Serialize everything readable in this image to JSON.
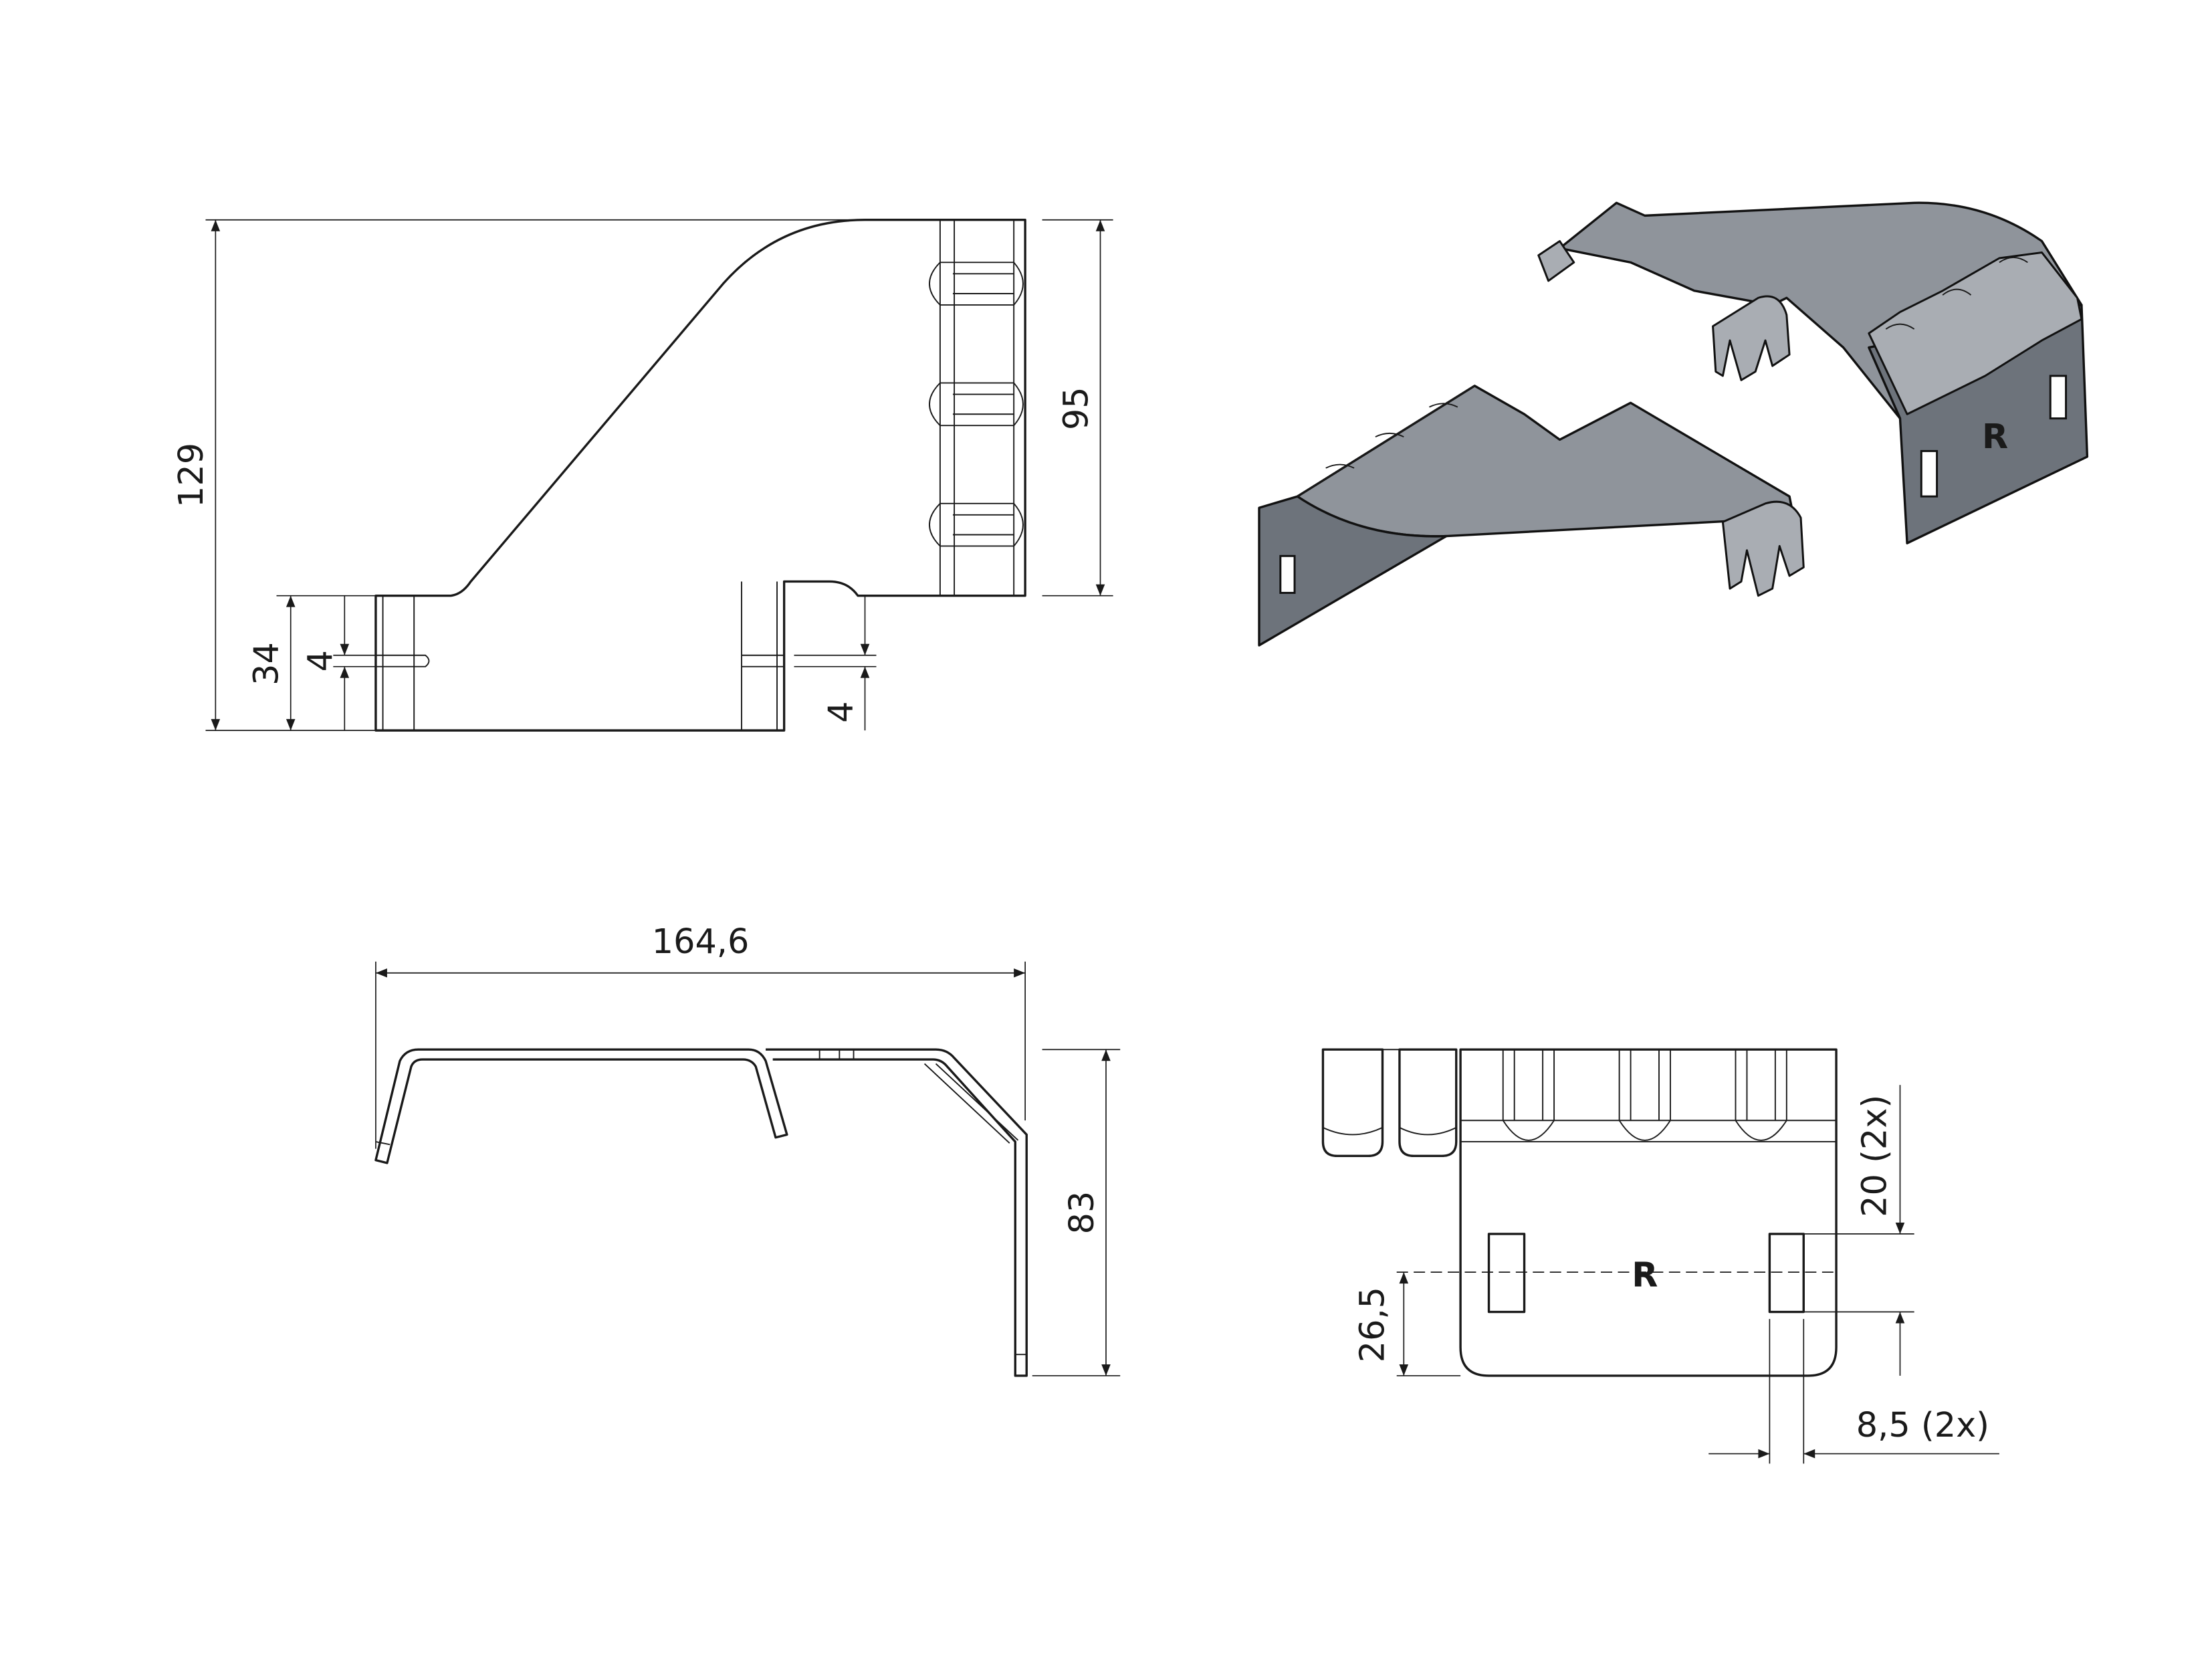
{
  "front_view": {
    "dim_total_height": "129",
    "dim_flange_height": "95",
    "dim_tab_height": "34",
    "dim_slot_left": "4",
    "dim_slot_right": "4"
  },
  "side_view": {
    "dim_width": "164,6",
    "dim_height": "83"
  },
  "bottom_view": {
    "dim_slot_spacing": "20 (2x)",
    "dim_slot_height": "26,5",
    "dim_slot_width": "8,5 (2x)",
    "marking": "R"
  },
  "iso_view": {
    "marking": "R"
  }
}
